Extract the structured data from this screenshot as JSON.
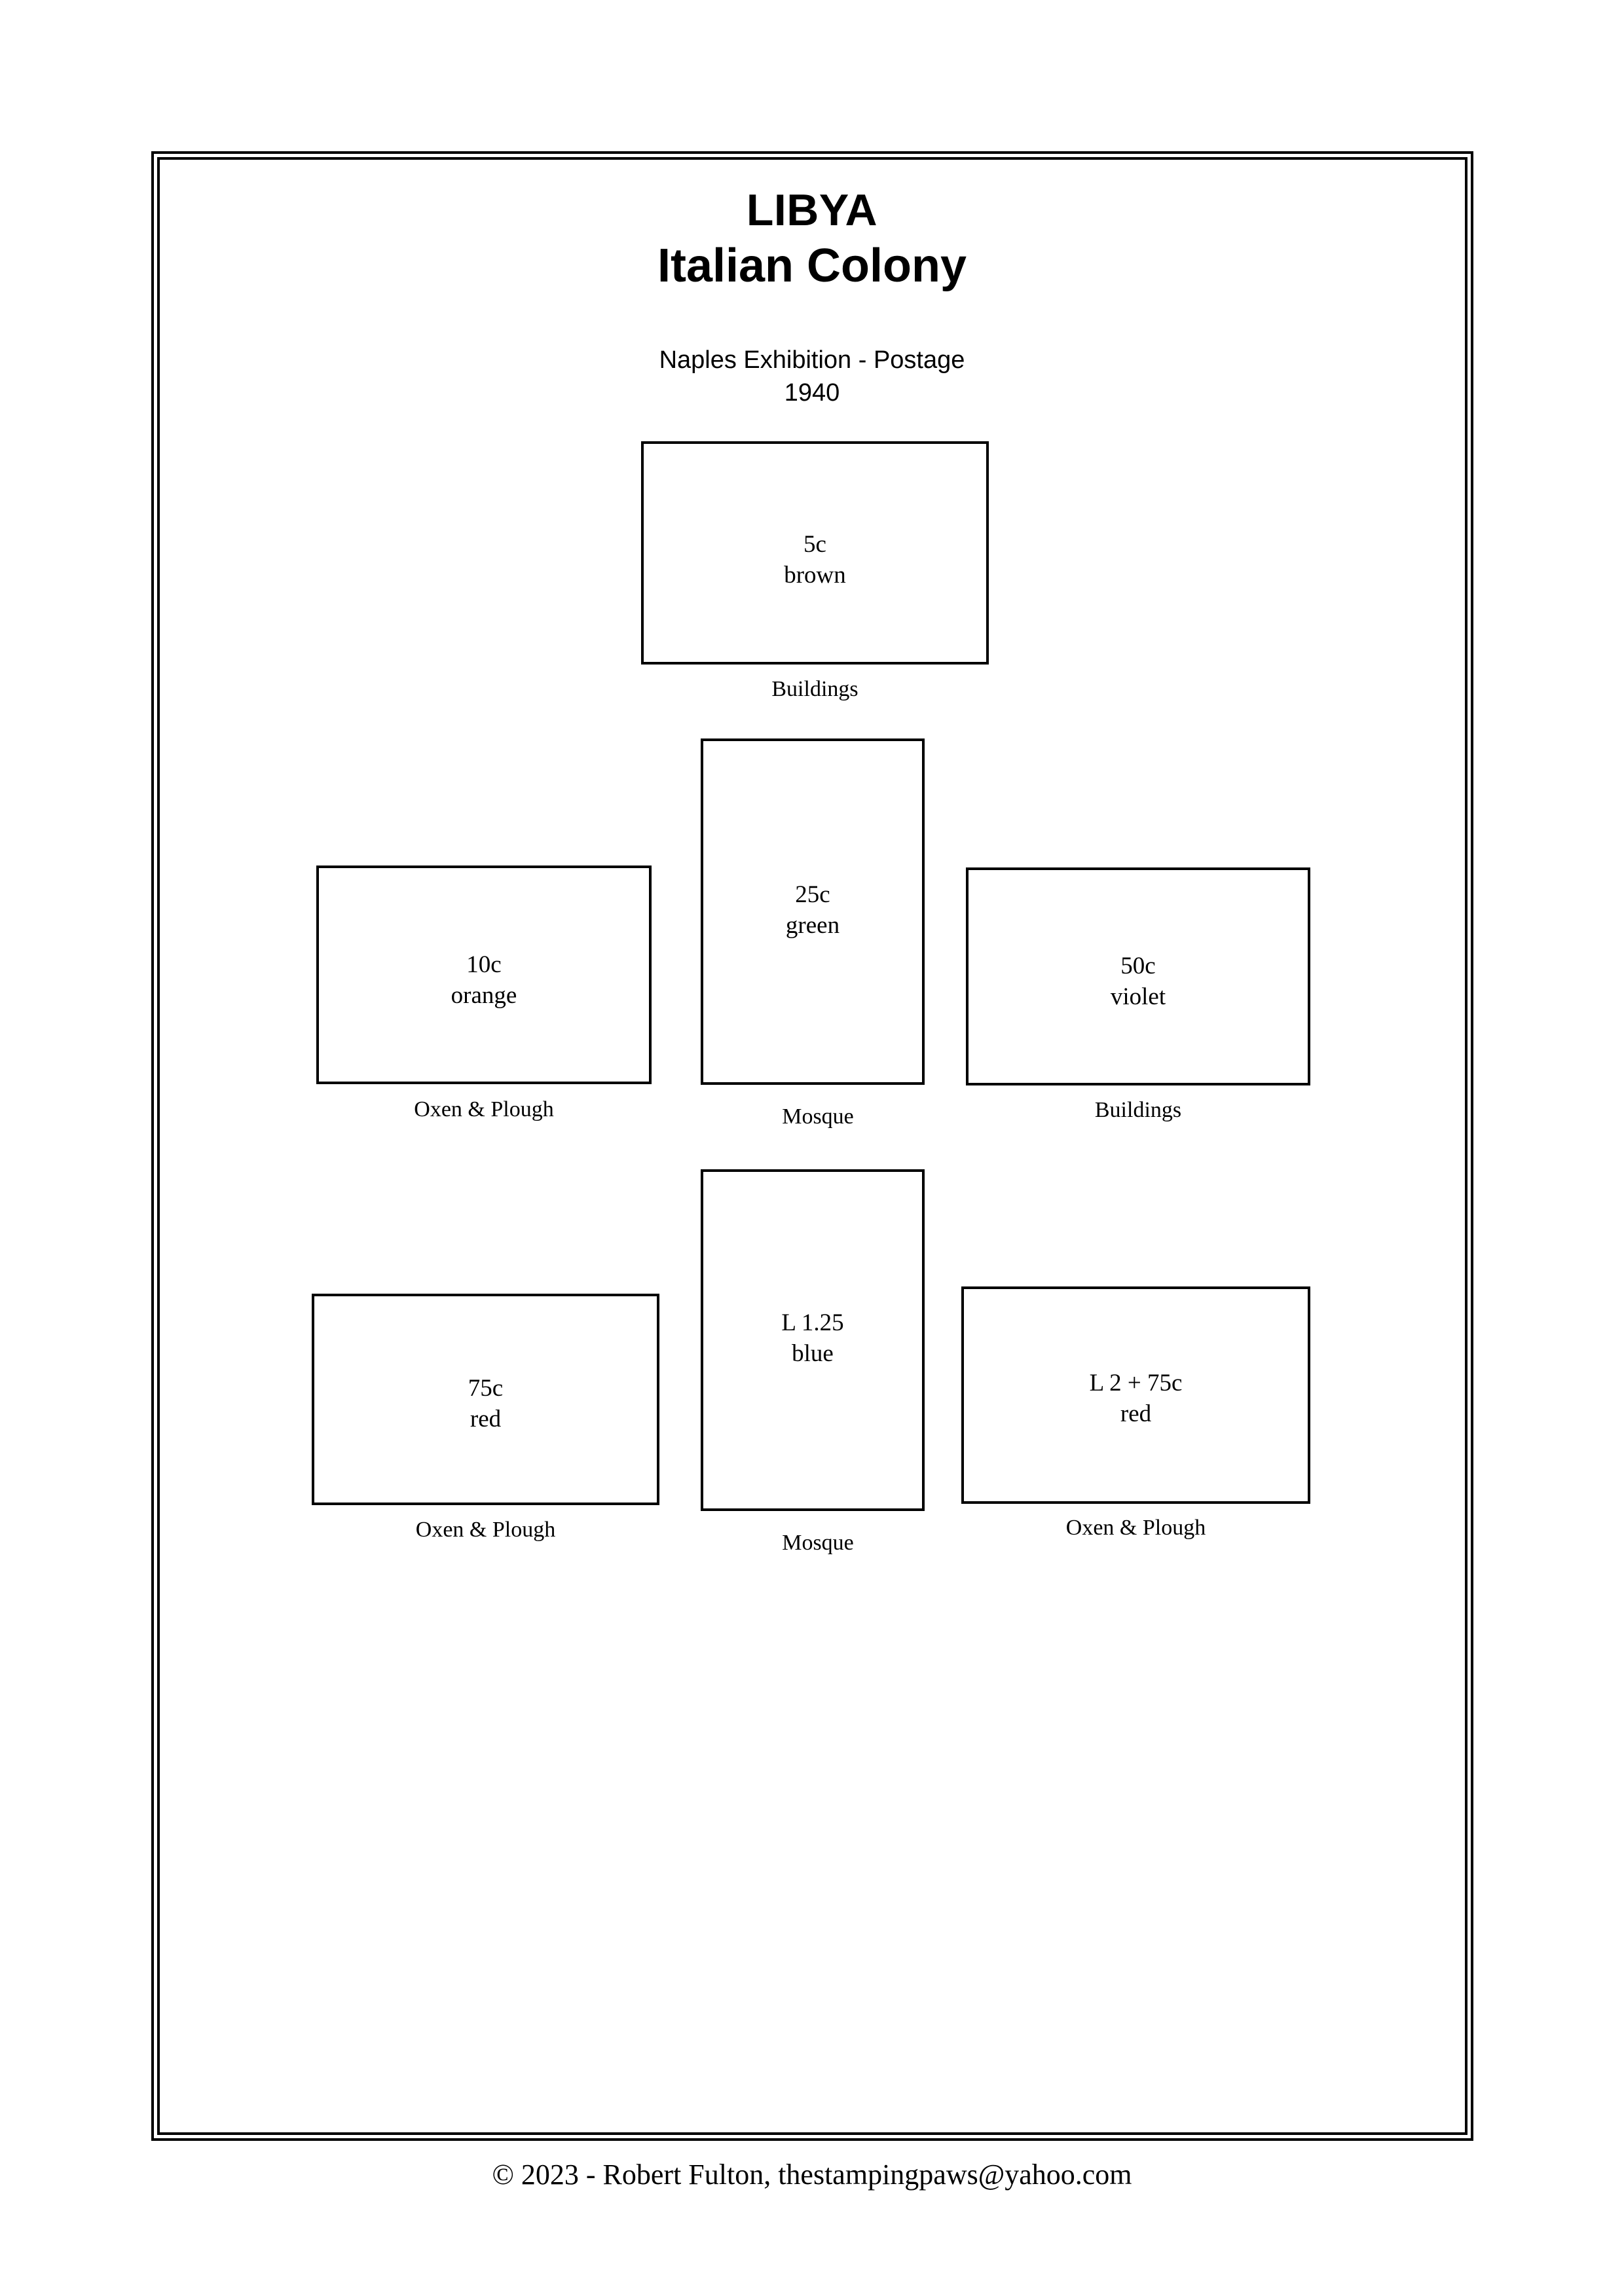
{
  "page": {
    "country": "LIBYA",
    "colony": "Italian Colony",
    "issue_title": "Naples Exhibition - Postage",
    "issue_year": "1940",
    "footer": "© 2023 -  Robert Fulton, thestampingpaws@yahoo.com",
    "border_color": "#000000",
    "background_color": "#ffffff"
  },
  "stamps": [
    {
      "id": "stamp-5c-brown",
      "denomination": "5c",
      "color_name": "brown",
      "caption": "Buildings",
      "orientation": "landscape"
    },
    {
      "id": "stamp-10c-orange",
      "denomination": "10c",
      "color_name": "orange",
      "caption": "Oxen & Plough",
      "orientation": "landscape"
    },
    {
      "id": "stamp-25c-green",
      "denomination": "25c",
      "color_name": "green",
      "caption": "Mosque",
      "orientation": "portrait"
    },
    {
      "id": "stamp-50c-violet",
      "denomination": "50c",
      "color_name": "violet",
      "caption": "Buildings",
      "orientation": "landscape"
    },
    {
      "id": "stamp-75c-red",
      "denomination": "75c",
      "color_name": "red",
      "caption": "Oxen & Plough",
      "orientation": "landscape"
    },
    {
      "id": "stamp-l125-blue",
      "denomination": "L 1.25",
      "color_name": "blue",
      "caption": "Mosque",
      "orientation": "portrait"
    },
    {
      "id": "stamp-l2-75c-red",
      "denomination": "L 2 + 75c",
      "color_name": "red",
      "caption": "Oxen & Plough",
      "orientation": "landscape"
    }
  ]
}
